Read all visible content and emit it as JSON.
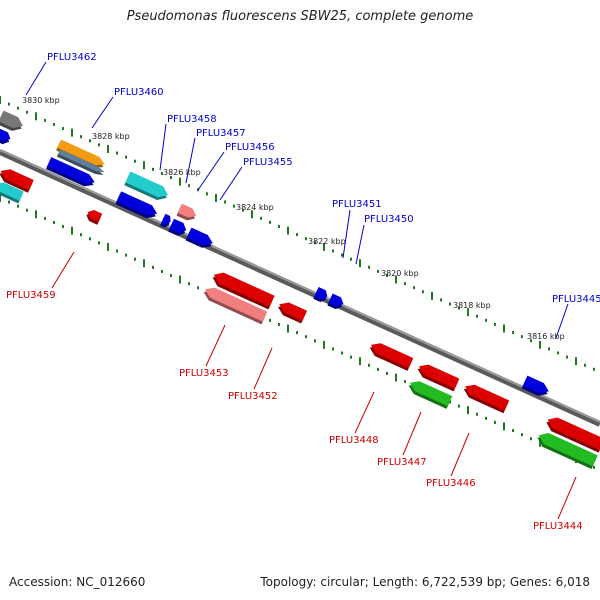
{
  "title": "Pseudomonas fluorescens SBW25, complete genome",
  "footer": {
    "accession": "Accession: NC_012660",
    "summary": "Topology: circular; Length: 6,722,539 bp; Genes: 6,018"
  },
  "colors": {
    "forward_label": "#0000cc",
    "reverse_label": "#cc0000",
    "backbone": "#7a7a7a",
    "tick": "#1f7a1f"
  },
  "kbp_labels": [
    "3830 kbp",
    "3828 kbp",
    "3826 kbp",
    "3824 kbp",
    "3822 kbp",
    "3820 kbp",
    "3818 kbp",
    "3816 kbp"
  ],
  "forward_gene_labels": [
    "PFLU3462",
    "PFLU3460",
    "PFLU3458",
    "PFLU3457",
    "PFLU3456",
    "PFLU3455",
    "PFLU3451",
    "PFLU3450",
    "PFLU3445"
  ],
  "reverse_gene_labels": [
    "PFLU3459",
    "PFLU3453",
    "PFLU3452",
    "PFLU3448",
    "PFLU3447",
    "PFLU3446",
    "PFLU3444"
  ]
}
